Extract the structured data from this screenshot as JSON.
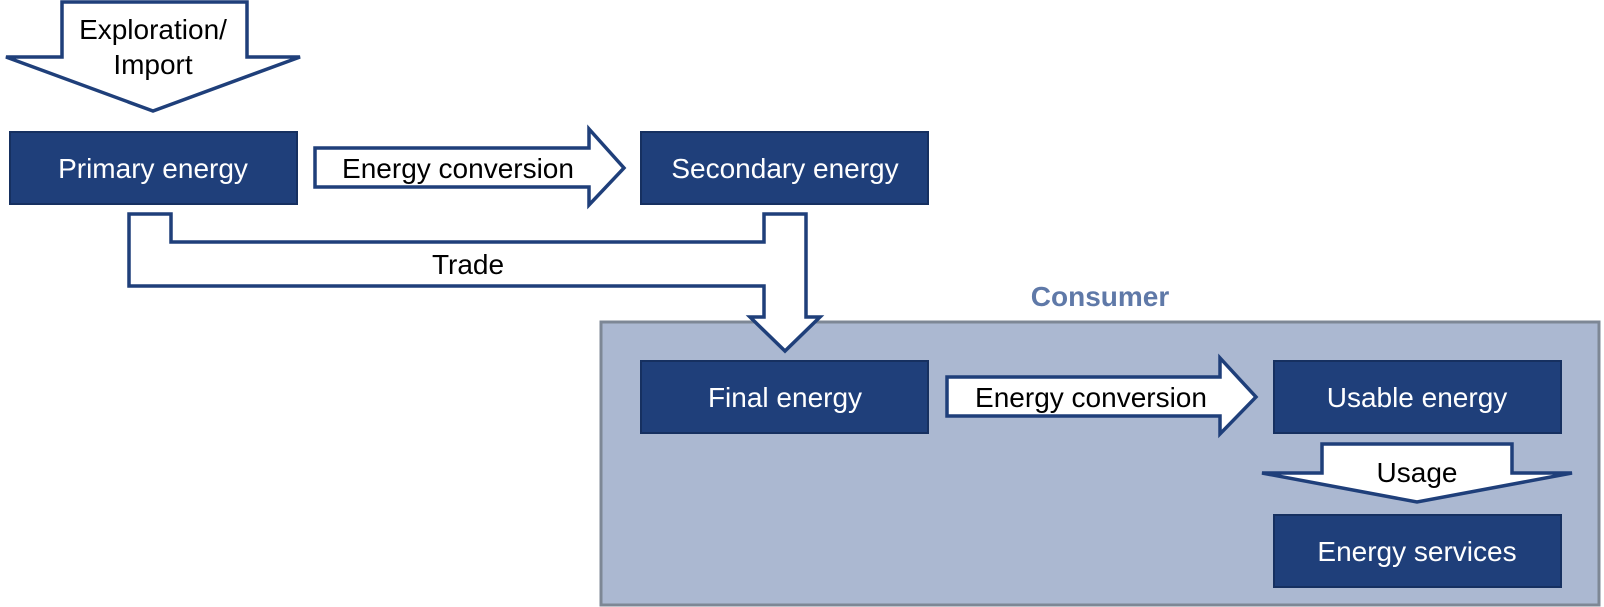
{
  "diagram": {
    "colors": {
      "box_fill": "#1f3f7a",
      "box_border": "#163060",
      "arrow_stroke": "#1f3f7a",
      "arrow_fill": "#ffffff",
      "consumer_fill": "#abb8d1",
      "consumer_border": "#7d8795",
      "consumer_label": "#5f79a8"
    },
    "nodes": {
      "primary": "Primary energy",
      "secondary": "Secondary energy",
      "final": "Final energy",
      "usable": "Usable energy",
      "services": "Energy services"
    },
    "arrows": {
      "exploration_line1": "Exploration/",
      "exploration_line2": "Import",
      "conversion_top": "Energy conversion",
      "trade": "Trade",
      "conversion_bottom": "Energy conversion",
      "usage": "Usage"
    },
    "groups": {
      "consumer": "Consumer"
    }
  }
}
